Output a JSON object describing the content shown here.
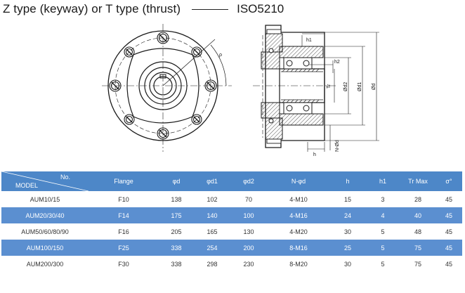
{
  "header": {
    "title": "Z type (keyway) or T type (thrust)",
    "standard": "ISO5210"
  },
  "drawing_labels": {
    "side_radius": "ρ",
    "h1": "h1",
    "h2": "h2",
    "tr": "Tr",
    "d2": "Ød2",
    "d1": "Ød1",
    "d": "Ød",
    "h": "h",
    "n_d": "N-Ød"
  },
  "table": {
    "corner_no": "No.",
    "corner_model": "MODEL",
    "columns": [
      "Flange",
      "φd",
      "φd1",
      "φd2",
      "N-φd",
      "h",
      "h1",
      "Tr Max",
      "σ°"
    ],
    "rows": [
      [
        "AUM10/15",
        "F10",
        "138",
        "102",
        "70",
        "4-M10",
        "15",
        "3",
        "28",
        "45"
      ],
      [
        "AUM20/30/40",
        "F14",
        "175",
        "140",
        "100",
        "4-M16",
        "24",
        "4",
        "40",
        "45"
      ],
      [
        "AUM50/60/80/90",
        "F16",
        "205",
        "165",
        "130",
        "4-M20",
        "30",
        "5",
        "48",
        "45"
      ],
      [
        "AUM100/150",
        "F25",
        "338",
        "254",
        "200",
        "8-M16",
        "25",
        "5",
        "75",
        "45"
      ],
      [
        "AUM200/300",
        "F30",
        "338",
        "298",
        "230",
        "8-M20",
        "30",
        "5",
        "75",
        "45"
      ]
    ]
  }
}
